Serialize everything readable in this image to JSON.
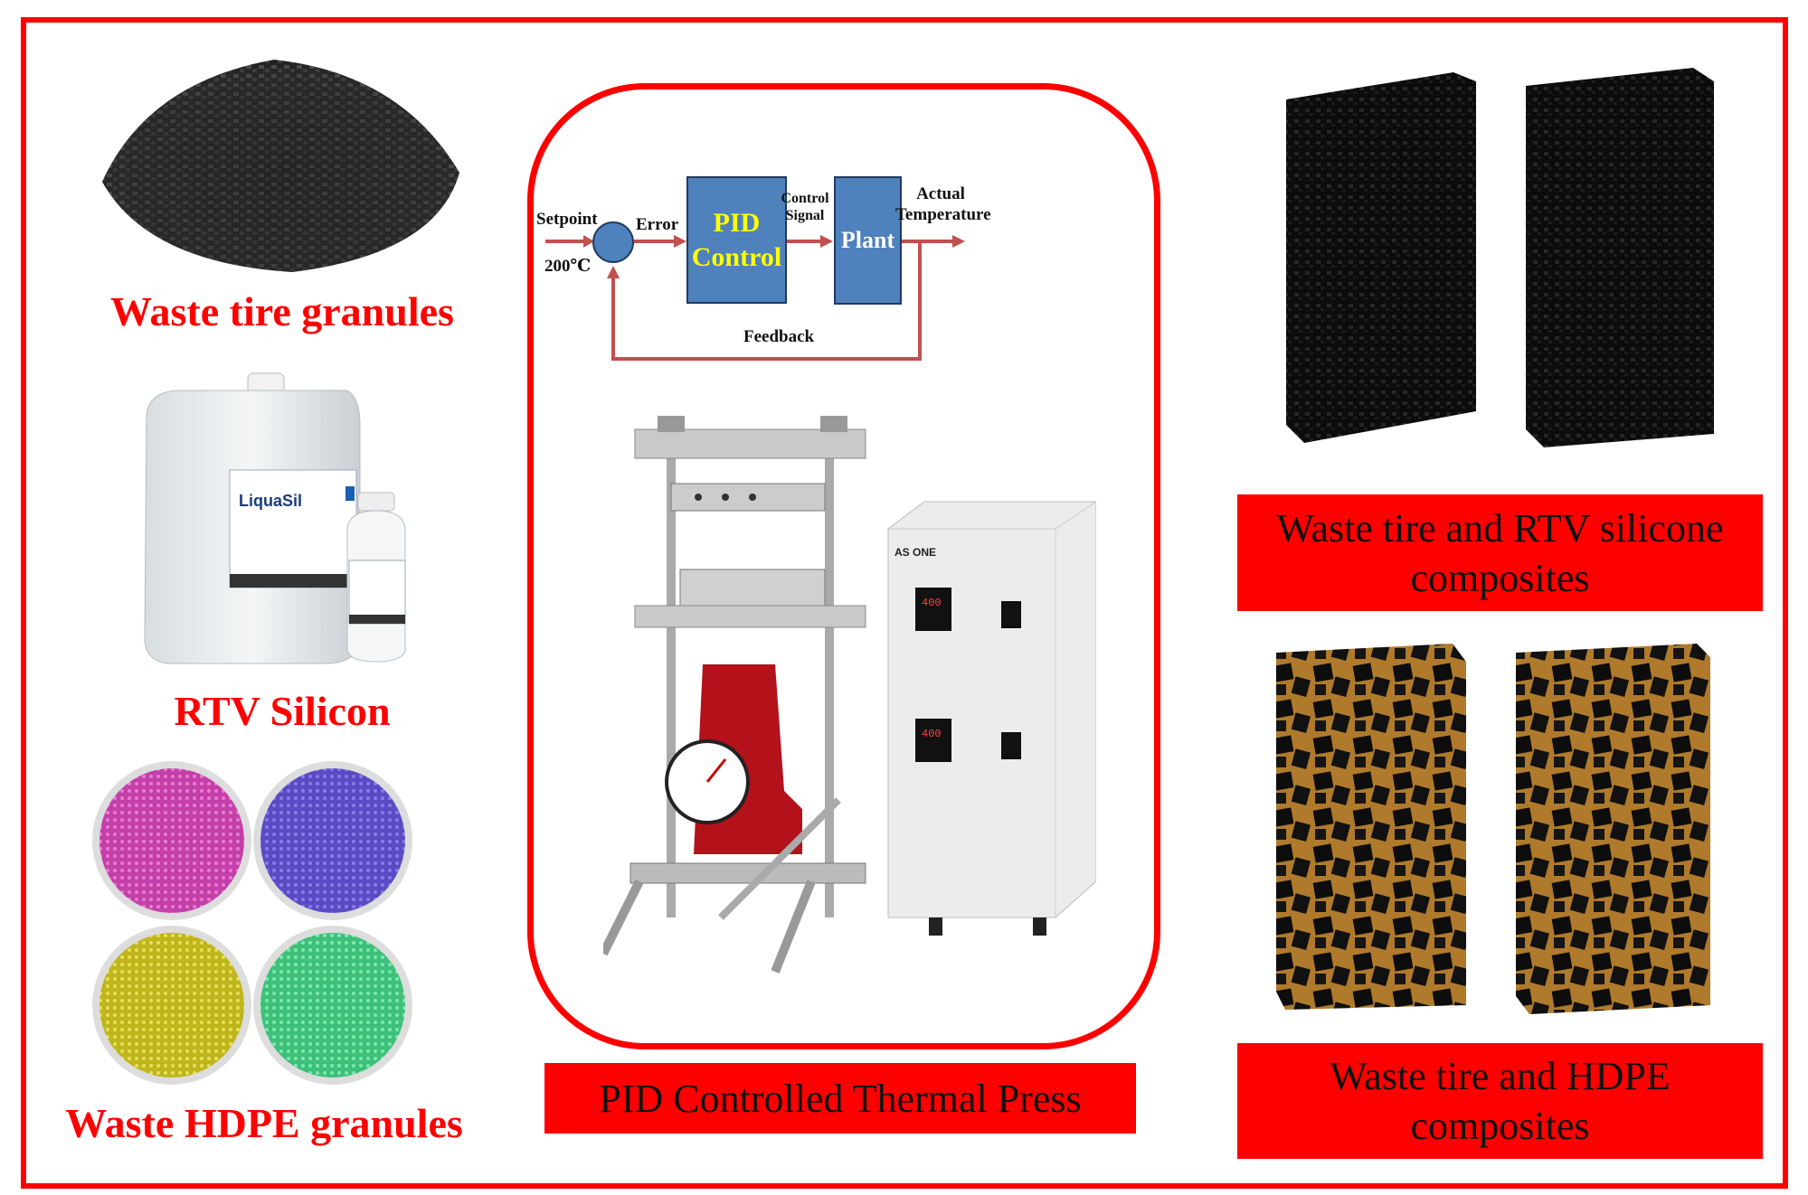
{
  "left": {
    "tire_label": "Waste tire granules",
    "rtv_label": "RTV Silicon",
    "rtv_bottle_brand": "LiquaSil",
    "hdpe_label": "Waste HDPE granules"
  },
  "diagram": {
    "setpoint": "Setpoint",
    "setpoint_value": "200℃",
    "error": "Error",
    "pid_line1": "PID",
    "pid_line2": "Control",
    "control_signal_line1": "Control",
    "control_signal_line2": "Signal",
    "plant": "Plant",
    "actual_line1": "Actual",
    "actual_line2": "Temperature",
    "feedback": "Feedback"
  },
  "press": {
    "brand": "AS ONE",
    "label": "PID Controlled Thermal Press"
  },
  "right": {
    "rtv_composite_line1": "Waste tire and RTV silicone",
    "rtv_composite_line2": "composites",
    "hdpe_composite_line1": "Waste tire and HDPE",
    "hdpe_composite_line2": "composites"
  },
  "colors": {
    "frame": "#ff0000",
    "block": "#4f81bd",
    "arrow": "#c0504d",
    "pid_text": "#ffff00"
  }
}
